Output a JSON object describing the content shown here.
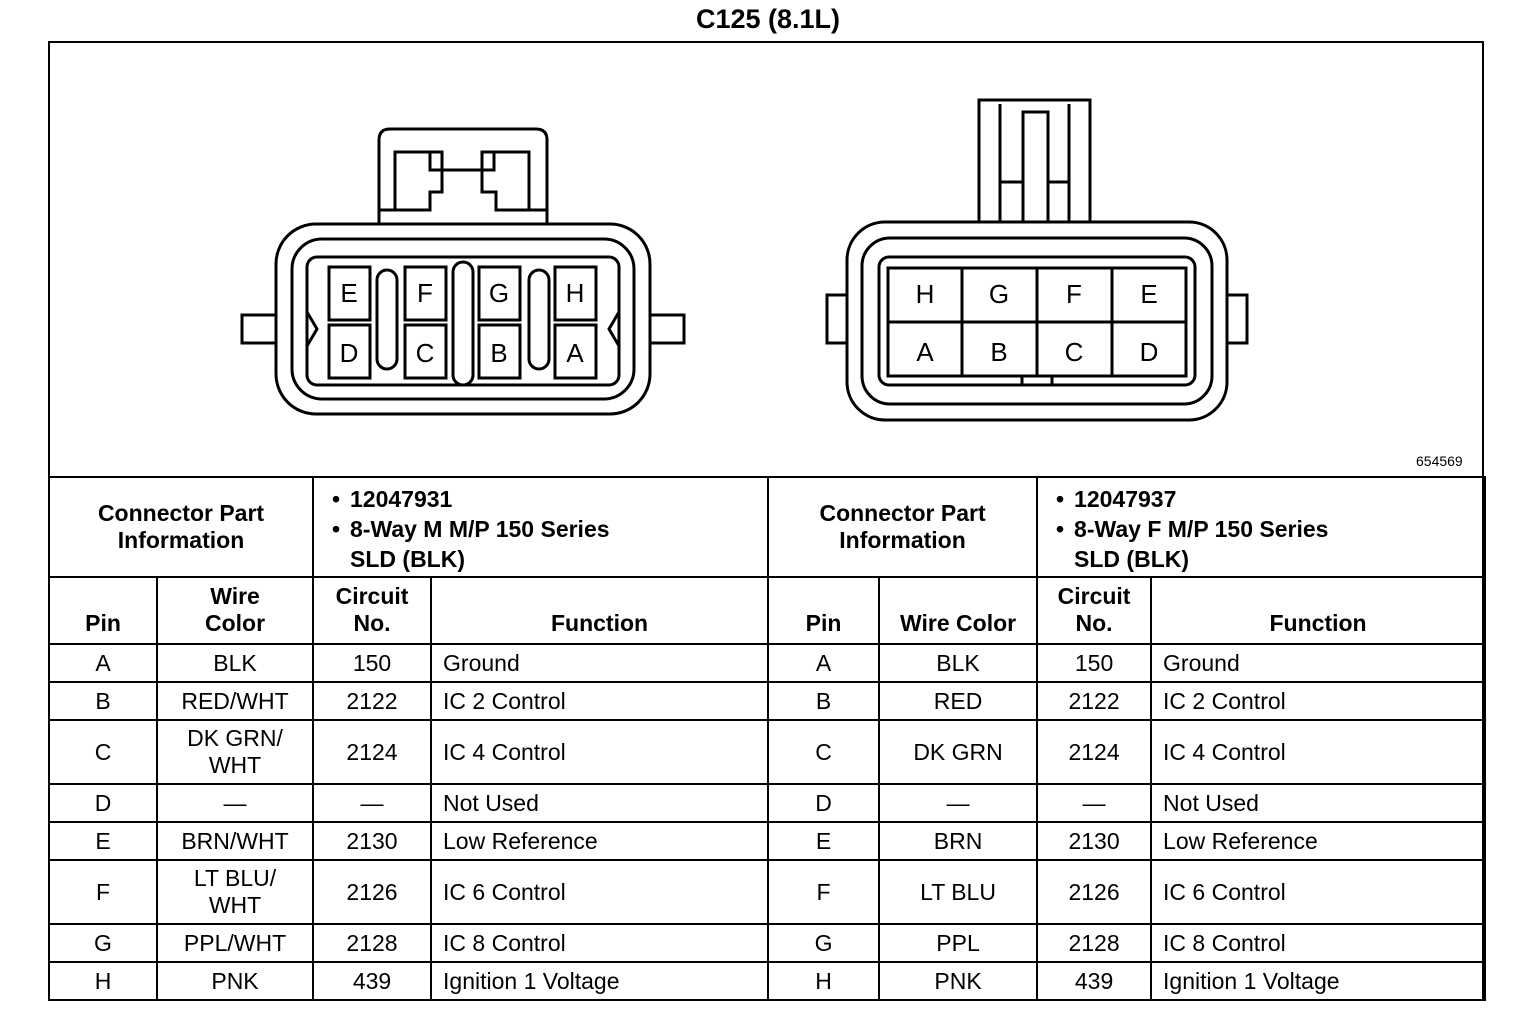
{
  "title": "C125 (8.1L)",
  "figure_id": "654569",
  "left_connector": {
    "pins_top": [
      "E",
      "F",
      "G",
      "H"
    ],
    "pins_bottom": [
      "D",
      "C",
      "B",
      "A"
    ]
  },
  "right_connector": {
    "pins_top": [
      "H",
      "G",
      "F",
      "E"
    ],
    "pins_bottom": [
      "A",
      "B",
      "C",
      "D"
    ]
  },
  "info_label": [
    "Connector Part",
    "Information"
  ],
  "left_info": [
    "12047931",
    "8-Way M M/P 150 Series",
    "SLD (BLK)"
  ],
  "right_info": [
    "12047937",
    "8-Way F M/P 150 Series",
    "SLD (BLK)"
  ],
  "bullet": "•",
  "headers": {
    "pin": "Pin",
    "wire_color_l": [
      "Wire",
      "Color"
    ],
    "wire_color_r": "Wire Color",
    "circuit": [
      "Circuit",
      "No."
    ],
    "function": "Function"
  },
  "rows": [
    {
      "pin": "A",
      "lwire": [
        "BLK"
      ],
      "lcirc": "150",
      "lfunc": "Ground",
      "rwire": "BLK",
      "rcirc": "150",
      "rfunc": "Ground"
    },
    {
      "pin": "B",
      "lwire": [
        "RED/WHT"
      ],
      "lcirc": "2122",
      "lfunc": "IC 2 Control",
      "rwire": "RED",
      "rcirc": "2122",
      "rfunc": "IC 2 Control"
    },
    {
      "pin": "C",
      "lwire": [
        "DK GRN/",
        "WHT"
      ],
      "lcirc": "2124",
      "lfunc": "IC 4 Control",
      "rwire": "DK GRN",
      "rcirc": "2124",
      "rfunc": "IC 4 Control"
    },
    {
      "pin": "D",
      "lwire": [
        "—"
      ],
      "lcirc": "—",
      "lfunc": "Not Used",
      "rwire": "—",
      "rcirc": "—",
      "rfunc": "Not Used"
    },
    {
      "pin": "E",
      "lwire": [
        "BRN/WHT"
      ],
      "lcirc": "2130",
      "lfunc": "Low Reference",
      "rwire": "BRN",
      "rcirc": "2130",
      "rfunc": "Low Reference"
    },
    {
      "pin": "F",
      "lwire": [
        "LT BLU/",
        "WHT"
      ],
      "lcirc": "2126",
      "lfunc": "IC 6 Control",
      "rwire": "LT BLU",
      "rcirc": "2126",
      "rfunc": "IC 6 Control"
    },
    {
      "pin": "G",
      "lwire": [
        "PPL/WHT"
      ],
      "lcirc": "2128",
      "lfunc": "IC 8 Control",
      "rwire": "PPL",
      "rcirc": "2128",
      "rfunc": "IC 8 Control"
    },
    {
      "pin": "H",
      "lwire": [
        "PNK"
      ],
      "lcirc": "439",
      "lfunc": "Ignition 1 Voltage",
      "rwire": "PNK",
      "rcirc": "439",
      "rfunc": "Ignition 1 Voltage"
    }
  ]
}
